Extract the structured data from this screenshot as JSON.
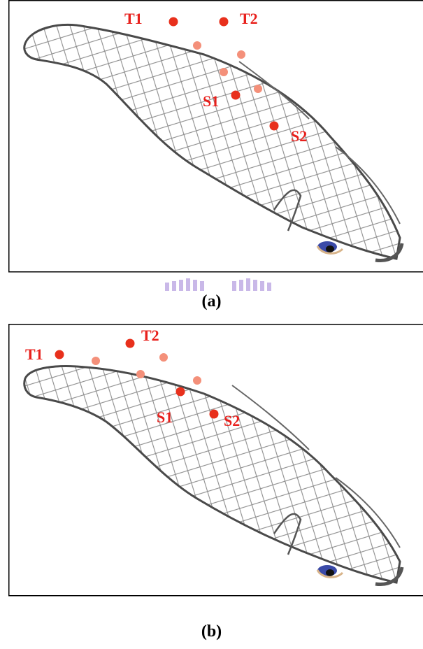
{
  "panels": [
    {
      "id": "a",
      "caption": "(a)",
      "points": {
        "T1": {
          "label": "T1"
        },
        "T2": {
          "label": "T2"
        },
        "S1": {
          "label": "S1"
        },
        "S2": {
          "label": "S2"
        }
      }
    },
    {
      "id": "b",
      "caption": "(b)",
      "points": {
        "T1": {
          "label": "T1"
        },
        "T2": {
          "label": "T2"
        },
        "S1": {
          "label": "S1"
        },
        "S2": {
          "label": "S2"
        }
      }
    }
  ],
  "colors": {
    "primary_point": "#e8301c",
    "intermediate_point": "#f4907a",
    "label": "#e8201c",
    "fish_outline": "#555555",
    "fish_mesh": "#8a8a8a",
    "eye_iris": "#3a4aa8",
    "frame": "#000000"
  }
}
